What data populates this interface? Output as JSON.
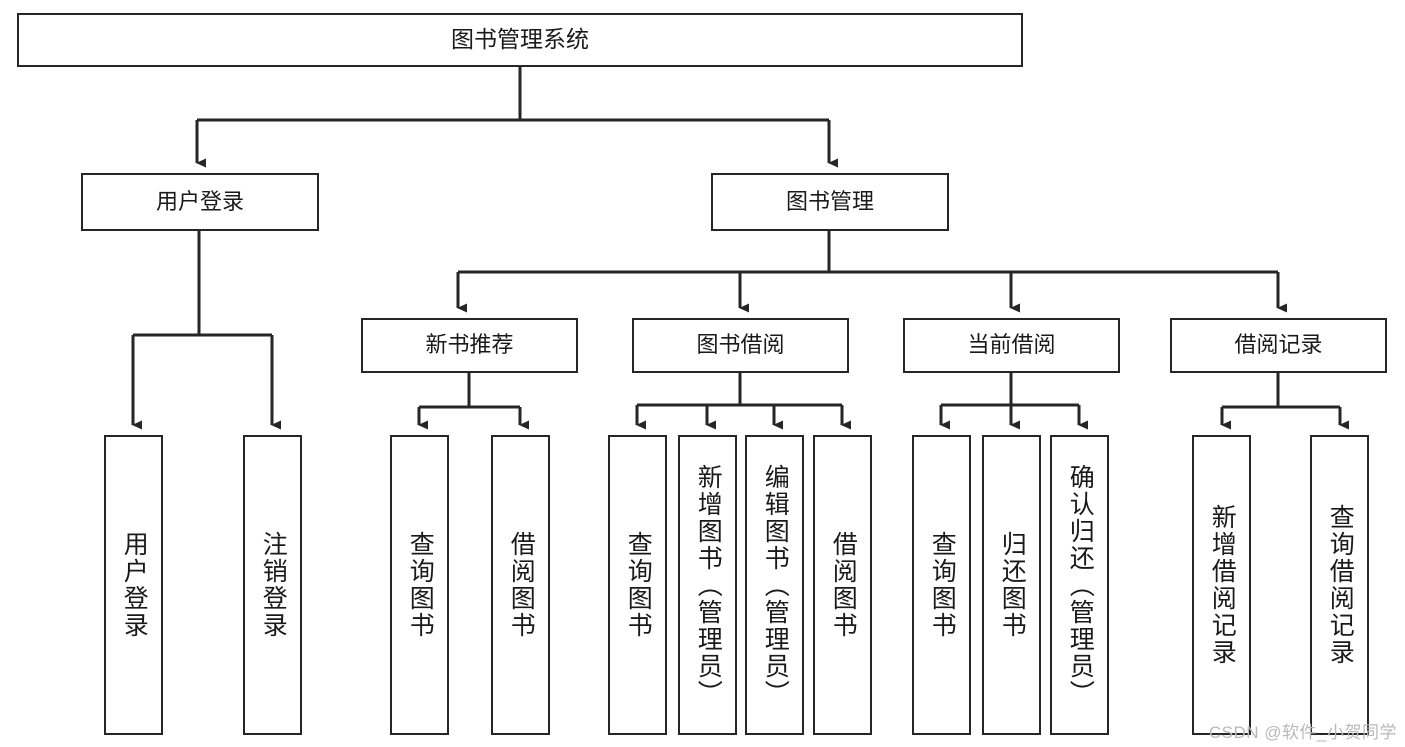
{
  "diagram": {
    "title": "图书管理系统",
    "type": "hierarchy-tree",
    "root": {
      "label": "图书管理系统"
    },
    "level1": [
      {
        "label": "用户登录"
      },
      {
        "label": "图书管理"
      }
    ],
    "level2": [
      {
        "label": "新书推荐"
      },
      {
        "label": "图书借阅"
      },
      {
        "label": "当前借阅"
      },
      {
        "label": "借阅记录"
      }
    ],
    "leaves": {
      "user_login": [
        {
          "label": "用户登录"
        },
        {
          "label": "注销登录"
        }
      ],
      "new_book_recommend": [
        {
          "label": "查询图书"
        },
        {
          "label": "借阅图书"
        }
      ],
      "book_borrow": [
        {
          "label": "查询图书"
        },
        {
          "label": "新增图书（管理员）"
        },
        {
          "label": "编辑图书（管理员）"
        },
        {
          "label": "借阅图书"
        }
      ],
      "current_borrow": [
        {
          "label": "查询图书"
        },
        {
          "label": "归还图书"
        },
        {
          "label": "确认归还（管理员）"
        }
      ],
      "borrow_record": [
        {
          "label": "新增借阅记录"
        },
        {
          "label": "查询借阅记录"
        }
      ]
    }
  },
  "watermark": {
    "text": "CSDN @软件_小贺同学"
  },
  "colors": {
    "stroke": "#262626",
    "background": "#ffffff",
    "text": "#1a1a1a",
    "watermark": "#b9b9b9"
  }
}
